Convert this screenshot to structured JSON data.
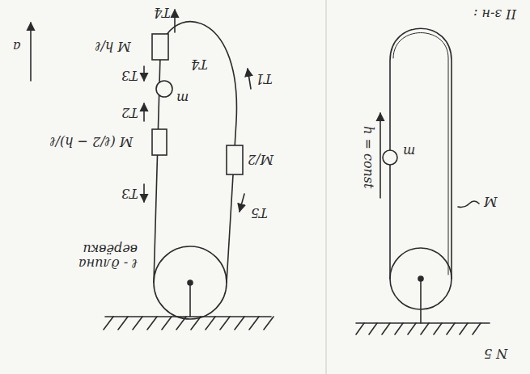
{
  "diagram": {
    "labels": [
      "II з-н :",
      "a",
      "T4",
      "M h/ℓ",
      "T3",
      "m",
      "T1",
      "T2",
      "M (ℓ/2 − h)/ℓ",
      "T3",
      "T4",
      "M/2",
      "T5",
      "ℓ - длина верёвки",
      "m",
      "h = const",
      "M",
      "N 5"
    ]
  }
}
